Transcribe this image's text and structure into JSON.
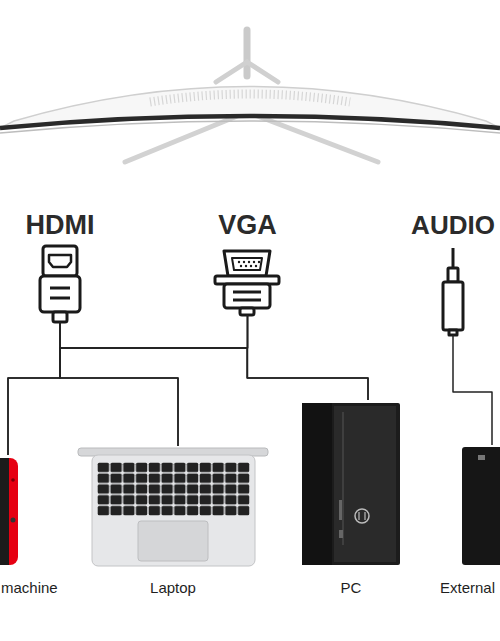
{
  "diagram": {
    "nodes": [
      {
        "text": [
          "HDMI"
        ]
      },
      {
        "text": [
          "VGA"
        ]
      },
      {
        "text": [
          "AUDIO"
        ]
      },
      {
        "text": [
          "machine"
        ]
      },
      {
        "text": [
          "Laptop"
        ]
      },
      {
        "text": [
          "PC"
        ]
      },
      {
        "text": [
          "External"
        ]
      }
    ],
    "edges": [
      {
        "from": 0,
        "to": 3,
        "arrow": "none"
      },
      {
        "from": 0,
        "to": 4,
        "arrow": "none"
      },
      {
        "from": 0,
        "to": 5,
        "arrow": "none"
      },
      {
        "from": 1,
        "to": 3,
        "arrow": "none"
      },
      {
        "from": 1,
        "to": 4,
        "arrow": "none"
      },
      {
        "from": 1,
        "to": 5,
        "arrow": "none"
      },
      {
        "from": 2,
        "to": 6,
        "arrow": "none"
      }
    ]
  }
}
